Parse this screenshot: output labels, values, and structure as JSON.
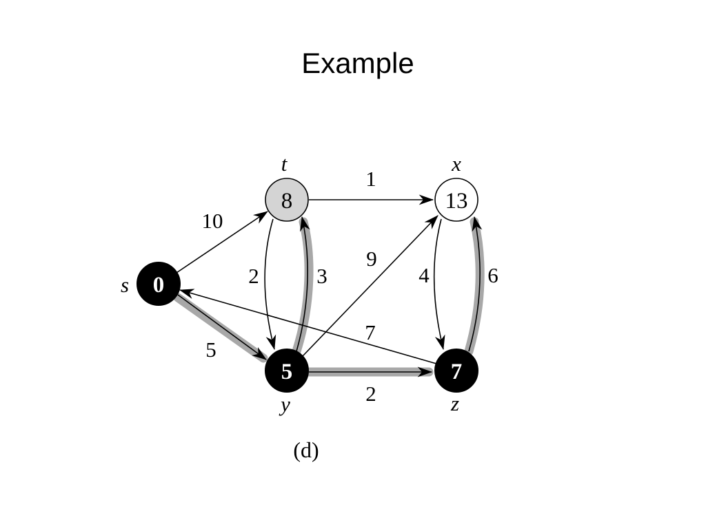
{
  "title": "Example",
  "caption": "(d)",
  "colors": {
    "finalized_fill": "#000000",
    "frontier_fill": "#d4d4d4",
    "unvisited_fill": "#ffffff",
    "shortest_path_shade": "#a8a8a8"
  },
  "vertices": [
    {
      "id": "s",
      "name": "s",
      "distance": "0",
      "state": "finalized"
    },
    {
      "id": "t",
      "name": "t",
      "distance": "8",
      "state": "frontier"
    },
    {
      "id": "x",
      "name": "x",
      "distance": "13",
      "state": "unvisited"
    },
    {
      "id": "y",
      "name": "y",
      "distance": "5",
      "state": "finalized"
    },
    {
      "id": "z",
      "name": "z",
      "distance": "7",
      "state": "finalized"
    }
  ],
  "edges": [
    {
      "from": "s",
      "to": "t",
      "weight": "10",
      "shortest_path": false
    },
    {
      "from": "s",
      "to": "y",
      "weight": "5",
      "shortest_path": true
    },
    {
      "from": "t",
      "to": "x",
      "weight": "1",
      "shortest_path": false
    },
    {
      "from": "t",
      "to": "y",
      "weight": "2",
      "shortest_path": false
    },
    {
      "from": "y",
      "to": "t",
      "weight": "3",
      "shortest_path": true
    },
    {
      "from": "y",
      "to": "x",
      "weight": "9",
      "shortest_path": false
    },
    {
      "from": "y",
      "to": "z",
      "weight": "2",
      "shortest_path": true
    },
    {
      "from": "x",
      "to": "z",
      "weight": "4",
      "shortest_path": false
    },
    {
      "from": "z",
      "to": "x",
      "weight": "6",
      "shortest_path": true
    },
    {
      "from": "z",
      "to": "s",
      "weight": "7",
      "shortest_path": false
    }
  ]
}
